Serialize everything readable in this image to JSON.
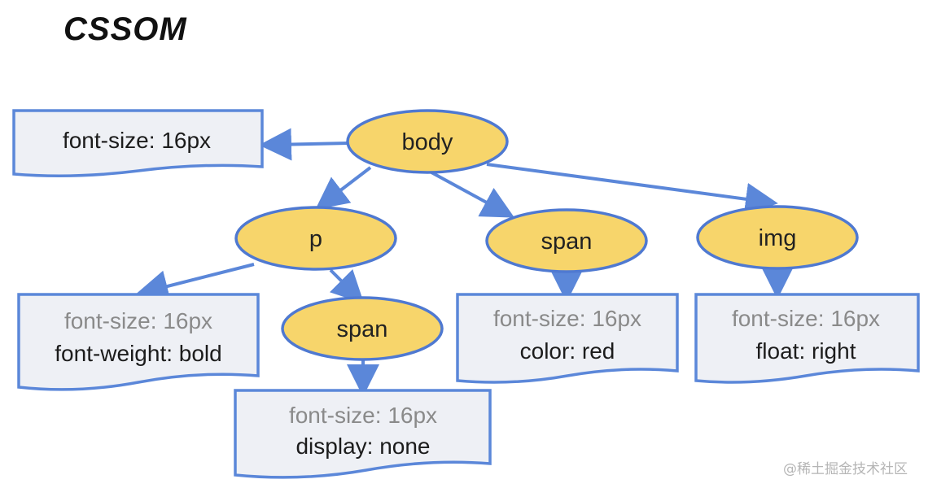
{
  "title": "CSSOM",
  "colors": {
    "node_fill": "#f7d56b",
    "node_stroke": "#4f79d1",
    "box_fill": "#eef0f5",
    "box_stroke": "#5b87d9",
    "arrow": "#5b87d9"
  },
  "nodes": {
    "body": "body",
    "p": "p",
    "span_child": "span",
    "span": "span",
    "img": "img"
  },
  "boxes": {
    "body": {
      "lines": [
        "font-size: 16px"
      ]
    },
    "p": {
      "lines": [
        "font-size: 16px",
        "font-weight: bold"
      ]
    },
    "span_child": {
      "lines": [
        "font-size: 16px",
        "display: none"
      ]
    },
    "span": {
      "lines": [
        "font-size: 16px",
        "color: red"
      ]
    },
    "img": {
      "lines": [
        "font-size: 16px",
        "float: right"
      ]
    }
  },
  "watermark": "@稀土掘金技术社区"
}
